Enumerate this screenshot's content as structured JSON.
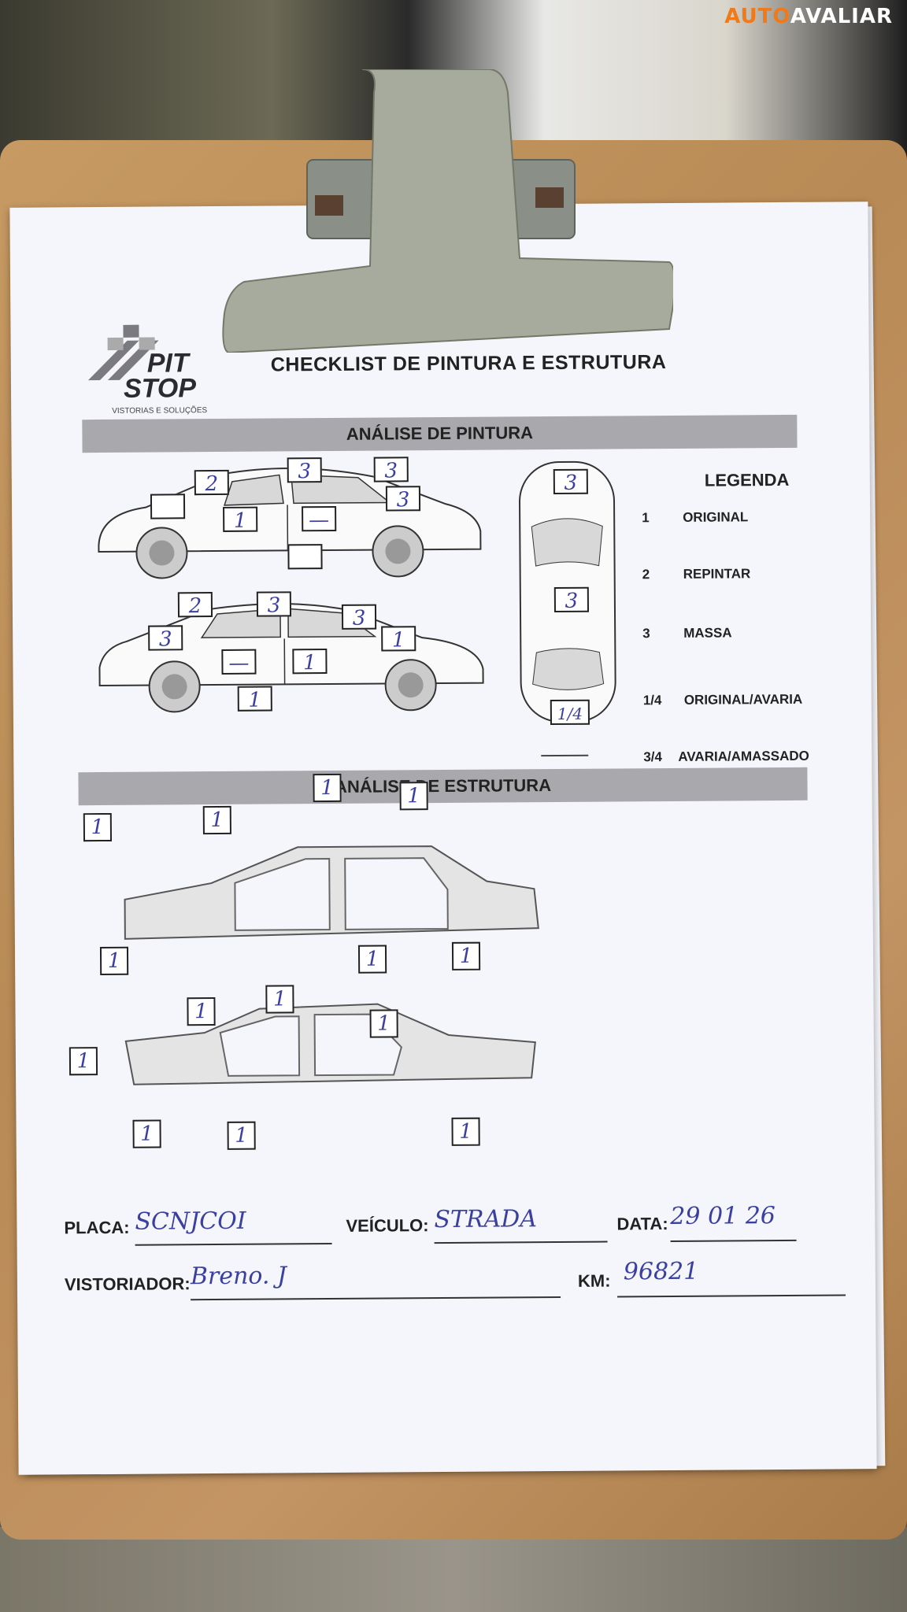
{
  "watermark": {
    "part1": "AUTO",
    "part2": "AVALIAR"
  },
  "logo": {
    "line1": "PIT",
    "line2": "STOP",
    "tagline": "VISTORIAS E SOLUÇÕES"
  },
  "form": {
    "title": "CHECKLIST DE PINTURA E ESTRUTURA",
    "paint_section": "ANÁLISE DE PINTURA",
    "structure_section": "ANÁLISE DE ESTRUTURA"
  },
  "legend": {
    "title": "LEGENDA",
    "items": [
      {
        "code": "1",
        "label": "ORIGINAL"
      },
      {
        "code": "2",
        "label": "REPINTAR"
      },
      {
        "code": "3",
        "label": "MASSA"
      },
      {
        "code": "1/4",
        "label": "ORIGINAL/AVARIA"
      },
      {
        "code": "3/4",
        "label": "AVARIA/AMASSADO"
      }
    ]
  },
  "paint_marks": {
    "side_top": [
      "2",
      "3",
      "3",
      "",
      "1",
      "—",
      "3",
      ""
    ],
    "side_bottom": [
      "2",
      "3",
      "3",
      "3",
      "—",
      "1",
      "1",
      "1"
    ],
    "top_view": [
      "3",
      "3",
      "1/4"
    ]
  },
  "structure_marks": {
    "frame_top": [
      "1",
      "1",
      "1",
      "1",
      "1",
      "1",
      "1"
    ],
    "frame_bottom": [
      "1",
      "1",
      "1",
      "1",
      "1",
      "1",
      "1"
    ]
  },
  "fields": {
    "placa_label": "PLACA:",
    "placa_value": "SCNJCOI",
    "veiculo_label": "VEÍCULO:",
    "veiculo_value": "STRADA",
    "data_label": "DATA:",
    "data_value": "29 01 26",
    "vistoriador_label": "VISTORIADOR:",
    "vistoriador_value": "Breno. J",
    "km_label": "KM:",
    "km_value": "96821"
  }
}
